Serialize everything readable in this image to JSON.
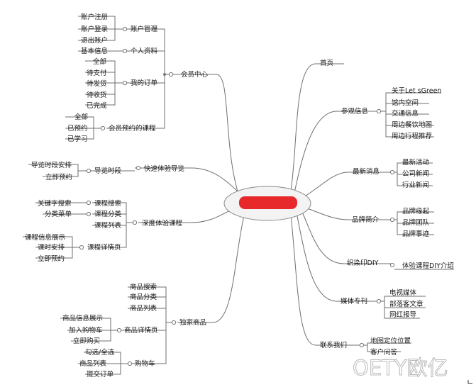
{
  "center": {
    "label_redacted": true,
    "redaction_color": "#e8292b"
  },
  "watermark": {
    "text": "OETY欧亿"
  },
  "left": {
    "member_center": {
      "label": "会员中心",
      "account": {
        "label": "账户管理",
        "items": [
          "账户注册",
          "账户登录",
          "退出账户"
        ]
      },
      "profile": {
        "label": "个人资料",
        "items": [
          "基本信息"
        ]
      },
      "orders": {
        "label": "我的订单",
        "items": [
          "全部",
          "待支付",
          "待发货",
          "待收货",
          "已完成"
        ]
      },
      "courses": {
        "label": "会员预约的课程",
        "items": [
          "全部",
          "已预约",
          "已学习"
        ]
      }
    },
    "quick_guide": {
      "label": "快速体验导览",
      "timeslot": {
        "label": "导览时段",
        "items": [
          "导览时段安排",
          "立即预约"
        ]
      }
    },
    "deep_course": {
      "label": "深度体验课程",
      "search": {
        "label": "课程搜索",
        "items": [
          "关键字搜索"
        ]
      },
      "category": {
        "label": "课程分类",
        "items": [
          "分类菜单"
        ]
      },
      "list": {
        "label": "课程列表"
      },
      "detail": {
        "label": "课程详情页",
        "items": [
          "课程信息展示",
          "课时安排",
          "立即预约"
        ]
      }
    },
    "exclusive": {
      "label": "独家商品",
      "search": {
        "label": "商品搜索"
      },
      "category": {
        "label": "商品分类"
      },
      "list": {
        "label": "商品列表"
      },
      "detail": {
        "label": "商品详情页",
        "items": [
          "商品信息展示",
          "加入购物车",
          "立即购买"
        ]
      },
      "cart": {
        "label": "购物车",
        "items": [
          "勾选/全选",
          "商品列表",
          "提交订单"
        ]
      }
    }
  },
  "right": {
    "home": {
      "label": "首页"
    },
    "visit": {
      "label": "参观信息",
      "items": [
        "关于Let sGreen",
        "馆内空间",
        "交通信息",
        "周边餐饮地图",
        "周边行程推荐"
      ]
    },
    "news": {
      "label": "最新消息",
      "items": [
        "最新活动",
        "公司新闻",
        "行业新闻"
      ]
    },
    "brand": {
      "label": "品牌简介",
      "items": [
        "品牌缘起",
        "品牌团队",
        "品牌事迹"
      ]
    },
    "dye": {
      "label": "织染印DIY",
      "items": [
        "体验课程DIY介绍"
      ]
    },
    "media": {
      "label": "媒体专刊",
      "items": [
        "电视媒体",
        "部落客文章",
        "网红报导"
      ]
    },
    "contact": {
      "label": "联系我们",
      "items": [
        "地图定位位置",
        "客户问答"
      ]
    }
  }
}
